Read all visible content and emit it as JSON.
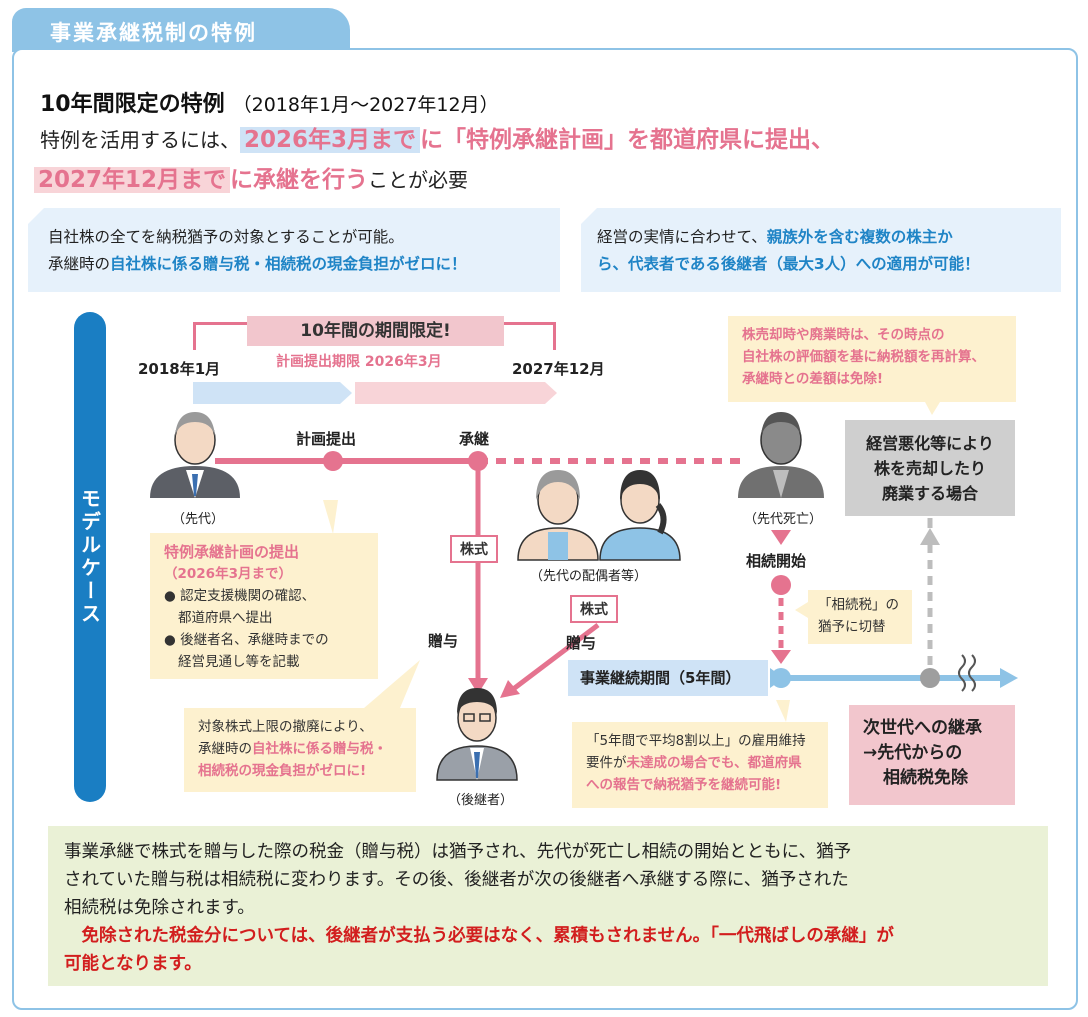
{
  "title": "事業承継税制の特例",
  "header": {
    "heading": "10年間限定の特例",
    "period": "（2018年1月～2027年12月）",
    "l2_a": "特例を活用するには、",
    "l2_hl": "2026年3月まで",
    "l2_b": "に「特例承継計画」を都道府県に提出、",
    "l3_hl": "2027年12月まで",
    "l3_pink": "に承継を行う",
    "l3_c": "ことが必要"
  },
  "info_left": {
    "line1": "自社株の全てを納税猶予の対象とすることが可能。",
    "line2_a": "承継時の",
    "line2_b": "自社株に係る贈与税・相続税の現金負担がゼロに！"
  },
  "info_right": {
    "line1_a": "経営の実情に合わせて、",
    "line1_b": "親族外を含む複数の株主か",
    "line2": "ら、代表者である後継者（最大3人）への適用が可能！"
  },
  "model_label": "モデルケース",
  "timeline": {
    "limit": "10年間の期間限定!",
    "deadline": "計画提出期限 2026年3月",
    "start": "2018年1月",
    "end": "2027年12月",
    "plan": "計画提出",
    "succession": "承継"
  },
  "people": {
    "predecessor": "（先代）",
    "spouse": "（先代の配偶者等）",
    "deceased": "（先代死亡）",
    "successor": "（後継者）"
  },
  "note_plan": {
    "title": "特例承継計画の提出",
    "sub": "（2026年3月まで）",
    "b1a": "● 認定支援機関の確認、",
    "b1b": "都道府県へ提出",
    "b2a": "● 後継者名、承継時までの",
    "b2b": "経営見通し等を記載"
  },
  "kabu1": "株式",
  "kabu2": "株式",
  "gift1": "贈与",
  "gift2": "贈与",
  "note_gift": {
    "l1": "対象株式上限の撤廃により、",
    "l2a": "承継時の",
    "l2b": "自社株に係る贈与税・",
    "l3": "相続税の現金負担がゼロに!"
  },
  "note_sale": {
    "l1": "株売却時や廃業時は、その時点の",
    "l2": "自社株の評価額を基に納税額を再計算、",
    "l3": "承継時との差額は免除!"
  },
  "gray_box": [
    "経営悪化等により",
    "株を売却したり",
    "廃業する場合"
  ],
  "inherit_start": "相続開始",
  "note_switch": [
    "「相続税」の",
    "猶予に切替"
  ],
  "period_label": "事業継続期間（5年間）",
  "note_employ": {
    "l1": "「5年間で平均8割以上」の雇用維持",
    "l2a": "要件が",
    "l2b": "未達成の場合でも、都道府県",
    "l3": "への報告で納税猶予を継続可能!"
  },
  "next_box": [
    "次世代への継承",
    "→先代からの",
    "相続税免除"
  ],
  "bottom": {
    "p1": "事業承継で株式を贈与した際の税金（贈与税）は猶予され、先代が死亡し相続の開始とともに、猶予",
    "p2": "されていた贈与税は相続税に変わります。その後、後継者が次の後継者へ承継する際に、猶予された",
    "p3": "相続税は免除されます。",
    "r1": "　免除された税金分については、後継者が支払う必要はなく、累積もされません。「一代飛ばしの承継」が",
    "r2": "可能となります。"
  },
  "colors": {
    "blue": "#1a7ec3",
    "pink": "#e5738f",
    "light_blue": "#8ec3e6",
    "yellow_note": "#fdf1cf",
    "green_box": "#eaf1d6"
  }
}
